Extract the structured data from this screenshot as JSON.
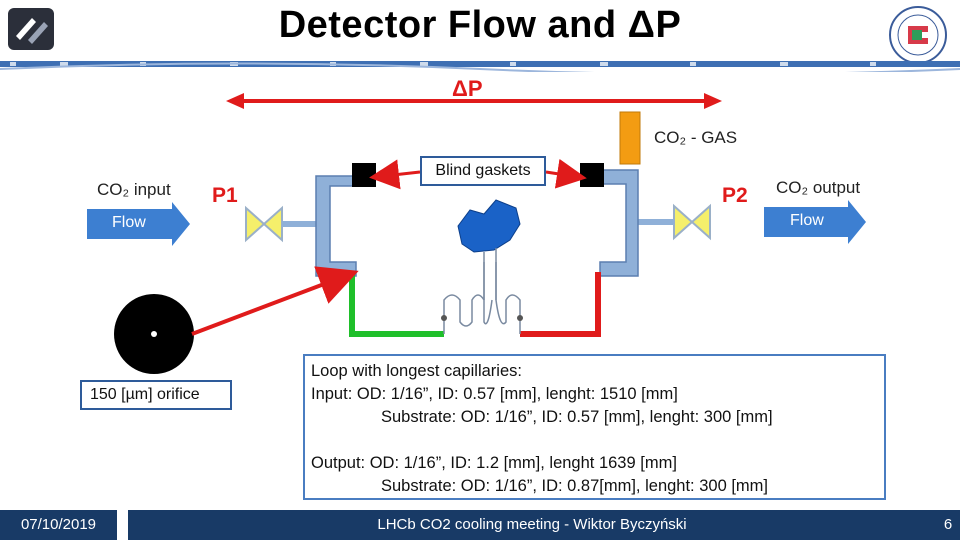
{
  "slide": {
    "title": "Detector Flow and ΔP"
  },
  "diagram": {
    "delta_p_label": "ΔP",
    "gas_label": "CO₂ - GAS",
    "co2_input_label": "CO₂ input",
    "co2_output_label": "CO₂ output",
    "flow_in_label": "Flow",
    "flow_out_label": "Flow",
    "p1_label": "P1",
    "p2_label": "P2",
    "blind_gaskets_label": "Blind gaskets",
    "orifice_label": "150 [µm] orifice",
    "colors": {
      "red": "#e01b1b",
      "pipe_blue": "#8fb0d8",
      "flow_arrow": "#3d7fd1",
      "valve_yellow": "#f5ef6b",
      "gas_orange": "#f39c12",
      "green_pipe": "#1fbf2a",
      "detector_blue": "#1a62c7"
    }
  },
  "info": {
    "heading": "Loop with longest capillaries:",
    "input_line": "Input: OD: 1/16”, ID: 0.57 [mm], lenght: 1510 [mm]",
    "input_substrate": "Substrate: OD: 1/16”, ID: 0.57 [mm], lenght: 300 [mm]",
    "output_line": "Output: OD: 1/16”, ID: 1.2 [mm], lenght 1639 [mm]",
    "output_substrate": "Substrate: OD: 1/16”, ID: 0.87[mm], lenght: 300 [mm]"
  },
  "footer": {
    "date": "07/10/2019",
    "center": "LHCb CO2 cooling meeting - Wiktor Byczyński",
    "page": "6"
  }
}
